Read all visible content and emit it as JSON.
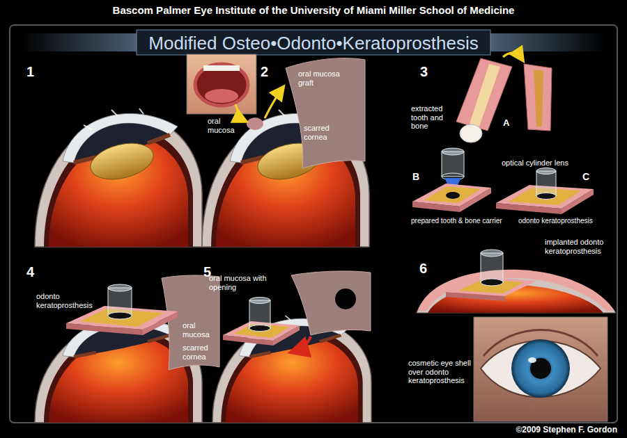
{
  "diagram": {
    "title": "Modified Osteo•Odonto•Keratoprosthesis",
    "caption": "©2009 Stephen F. Gordon",
    "labels": [
      "Bascom Palmer Eye Institute of the University of Miami Miller School of Medicine",
      "1",
      "2",
      "oral mucosa",
      "oral mucosa graft",
      "scarred cornea",
      "3",
      "extracted tooth and bone",
      "A",
      "optical cylinder lens",
      "B",
      "C",
      "prepared tooth & bone carrier",
      "odonto keratoprosthesis",
      "4",
      "odonto keratoprosthesis",
      "oral mucosa",
      "scarred cornea",
      "5",
      "oral mucosa with opening",
      "6",
      "implanted odonto keratoprosthesis",
      "cosmetic eye shell over odonto keratoprosthesis"
    ]
  }
}
